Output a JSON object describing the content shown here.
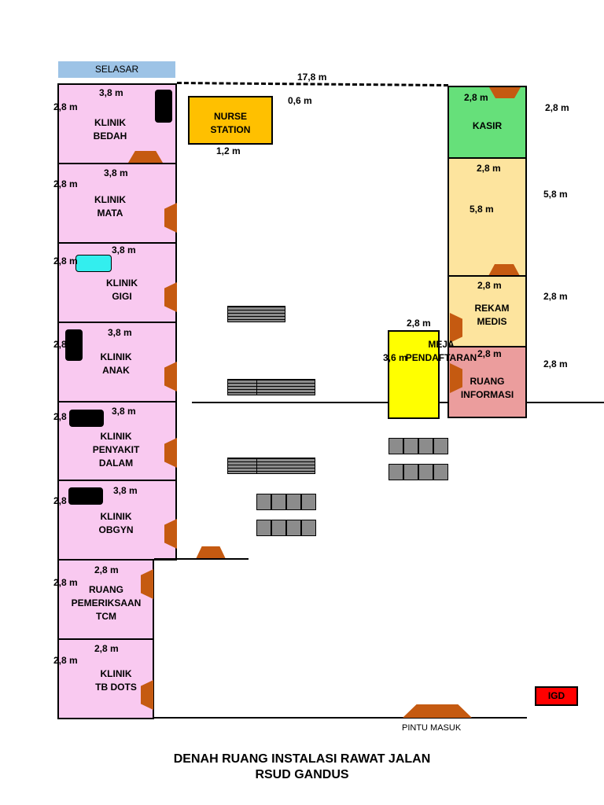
{
  "corridor_label": "SELASAR",
  "total_width": "17,8 m",
  "gap_label": "0,6 m",
  "nurse_station": {
    "label": "NURSE\nSTATION",
    "width": "1,2 m"
  },
  "left_rooms": [
    {
      "label": "KLINIK\nBEDAH",
      "width": "3,8 m",
      "depth": "2,8 m"
    },
    {
      "label": "KLINIK\nMATA",
      "width": "3,8 m",
      "depth": "2,8 m"
    },
    {
      "label": "KLINIK\nGIGI",
      "width": "3,8 m",
      "depth": "2,8 m"
    },
    {
      "label": "KLINIK\nANAK",
      "width": "3,8 m",
      "depth": "2,8 m"
    },
    {
      "label": "KLINIK\nPENYAKIT\nDALAM",
      "width": "3,8 m",
      "depth": "2,8 m"
    },
    {
      "label": "KLINIK\nOBGYN",
      "width": "3,8 m",
      "depth": "2,8 m"
    },
    {
      "label": "RUANG\nPEMERIKSAAN\nTCM",
      "width": "2,8 m",
      "depth": "2,8 m"
    },
    {
      "label": "KLINIK\nTB DOTS",
      "width": "2,8 m",
      "depth": "2,8 m"
    }
  ],
  "right_rooms": [
    {
      "label": "KASIR",
      "inner_dim": "2,8 m",
      "side_dim": "2,8 m"
    },
    {
      "label": "",
      "inner_dim": "2,8 m",
      "inner_dim2": "5,8 m",
      "side_dim": "5,8 m"
    },
    {
      "label": "REKAM\nMEDIS",
      "inner_dim": "2,8 m",
      "side_dim": "2,8 m"
    },
    {
      "label": "RUANG\nINFORMASI",
      "inner_dim": "2,8 m",
      "side_dim": "2,8 m"
    }
  ],
  "registration": {
    "label": "MEJA\nPENDAFTARAN",
    "width": "2,8 m",
    "depth": "3,6 m"
  },
  "igd_label": "IGD",
  "entrance_label": "PINTU MASUK",
  "title_line1": "DENAH RUANG INSTALASI RAWAT JALAN",
  "title_line2": "RSUD GANDUS",
  "colors": {
    "clinic": "#f9c9f0",
    "corridor": "#9dc3e6",
    "nurse_station": "#ffc000",
    "kasir": "#66e07a",
    "records": "#fde49e",
    "info": "#eb9d9d",
    "registration": "#ffff00",
    "igd": "#ff0000",
    "door": "#c55a11",
    "dental_chair": "#33eeee"
  }
}
